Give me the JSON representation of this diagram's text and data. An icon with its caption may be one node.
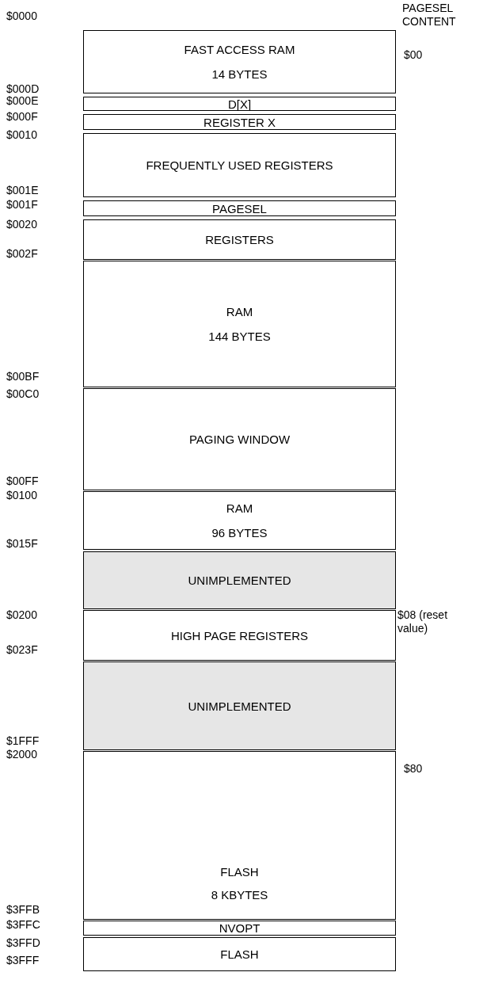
{
  "diagram": {
    "nodes": [
      {
        "text": [
          "FAST ACCESS RAM",
          "14 BYTES"
        ]
      },
      {
        "text": [
          "D[X]"
        ]
      },
      {
        "text": [
          "REGISTER X"
        ]
      },
      {
        "text": [
          "FREQUENTLY USED REGISTERS"
        ]
      },
      {
        "text": [
          "PAGESEL"
        ]
      },
      {
        "text": [
          "REGISTERS"
        ]
      },
      {
        "text": [
          "RAM",
          "144 BYTES"
        ]
      },
      {
        "text": [
          "PAGING WINDOW"
        ]
      },
      {
        "text": [
          "RAM",
          "96 BYTES"
        ]
      },
      {
        "text": [
          "UNIMPLEMENTED"
        ]
      },
      {
        "text": [
          "HIGH PAGE REGISTERS"
        ]
      },
      {
        "text": [
          "UNIMPLEMENTED"
        ]
      },
      {
        "text": [
          "FLASH",
          "8 KBYTES"
        ]
      },
      {
        "text": [
          "NVOPT"
        ]
      },
      {
        "text": [
          "FLASH"
        ]
      }
    ],
    "edges": [],
    "labels": [
      "PAGESEL CONTENT",
      "$0000",
      "$00",
      "$000D",
      "$000E",
      "$000F",
      "$0010",
      "$001E",
      "$001F",
      "$0020",
      "$002F",
      "$00BF",
      "$00C0",
      "$00FF",
      "$0100",
      "$015F",
      "$0200",
      "$08 (reset value)",
      "$023F",
      "$1FFF",
      "$2000",
      "$80",
      "$3FFB",
      "$3FFC",
      "$3FFD",
      "$3FFF"
    ]
  }
}
